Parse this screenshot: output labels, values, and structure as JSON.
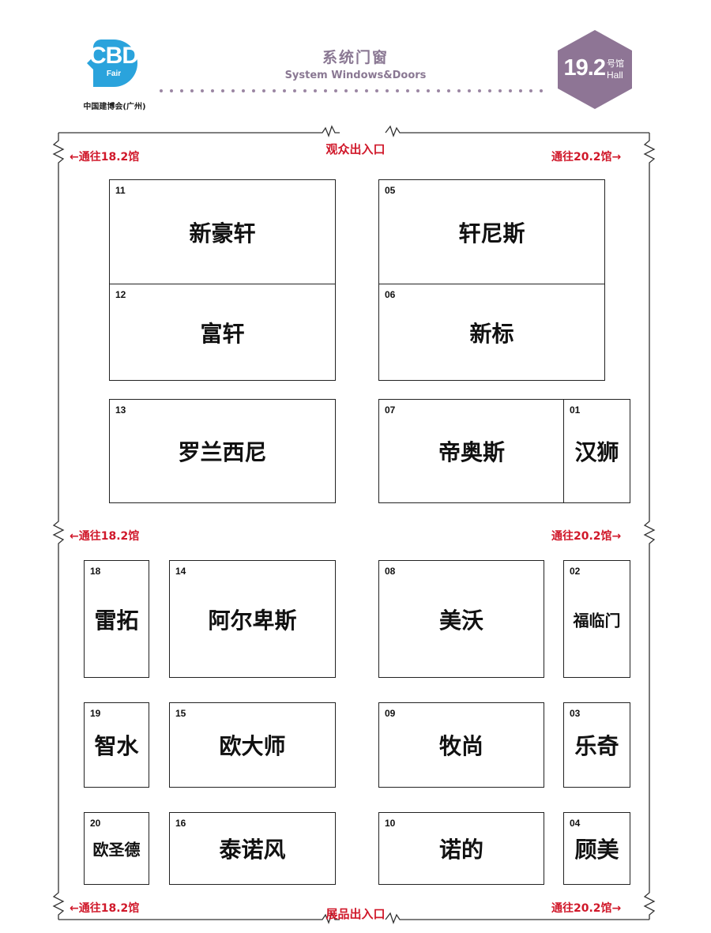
{
  "header": {
    "logo": {
      "text": "CBD",
      "sub": "Fair",
      "org": "中国建博会(广州)",
      "color": "#2aa3dc"
    },
    "category_zh": "系统门窗",
    "category_en": "System Windows&Doors",
    "hall": {
      "number": "19.2",
      "label_zh": "号馆",
      "label_en": "Hall",
      "color": "#8e7595"
    }
  },
  "entrances": {
    "top": "观众出入口",
    "bottom": "展品出入口"
  },
  "directions": {
    "left": "←通往18.2馆",
    "right": "通往20.2馆→"
  },
  "booths": [
    {
      "no": "11",
      "name": "新豪轩"
    },
    {
      "no": "12",
      "name": "富轩"
    },
    {
      "no": "13",
      "name": "罗兰西尼"
    },
    {
      "no": "05",
      "name": "轩尼斯"
    },
    {
      "no": "06",
      "name": "新标"
    },
    {
      "no": "07",
      "name": "帝奥斯"
    },
    {
      "no": "01",
      "name": "汉狮"
    },
    {
      "no": "18",
      "name": "雷拓"
    },
    {
      "no": "14",
      "name": "阿尔卑斯"
    },
    {
      "no": "08",
      "name": "美沃"
    },
    {
      "no": "02",
      "name": "福临门"
    },
    {
      "no": "19",
      "name": "智水"
    },
    {
      "no": "15",
      "name": "欧大师"
    },
    {
      "no": "09",
      "name": "牧尚"
    },
    {
      "no": "03",
      "name": "乐奇"
    },
    {
      "no": "20",
      "name": "欧圣德"
    },
    {
      "no": "16",
      "name": "泰诺风"
    },
    {
      "no": "10",
      "name": "诺的"
    },
    {
      "no": "04",
      "name": "顾美"
    }
  ],
  "colors": {
    "accent_red": "#d0182a",
    "header_purple": "#8a7893",
    "dots": "#9b86a3"
  }
}
